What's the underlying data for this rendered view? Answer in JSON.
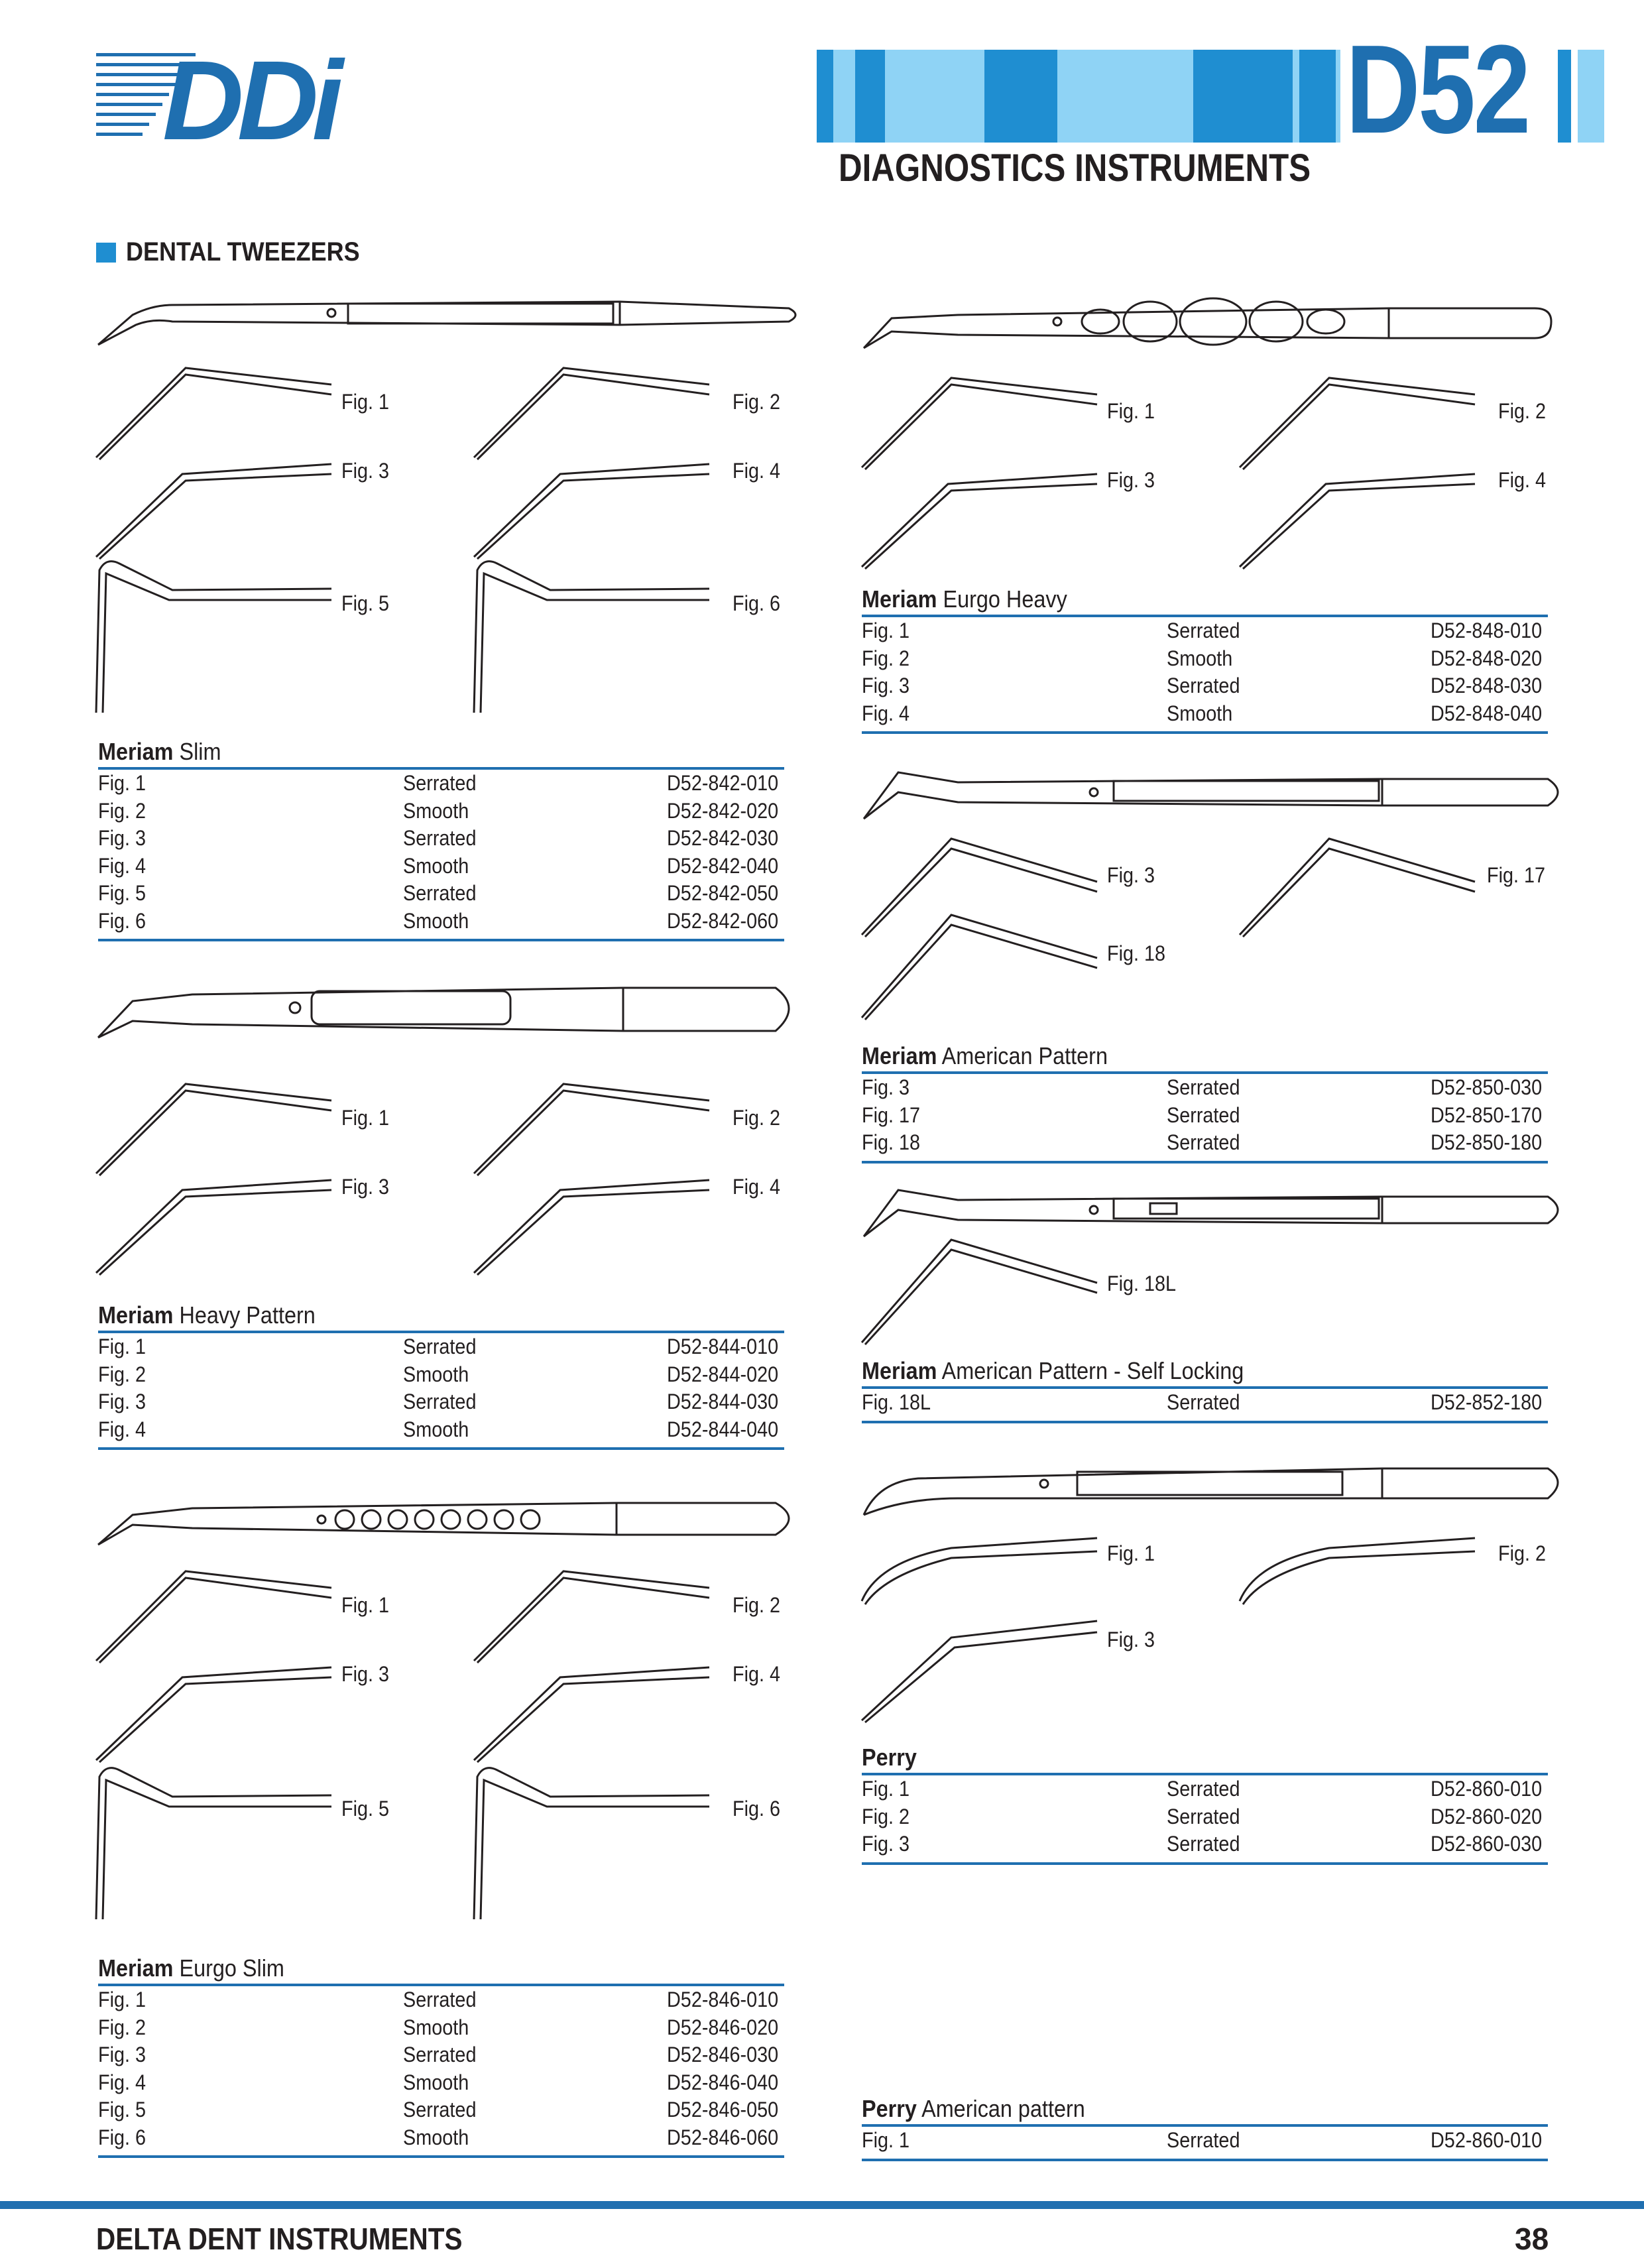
{
  "header": {
    "logo_text": "DDi",
    "catalog_code": "D52",
    "catalog_title": "DIAGNOSTICS INSTRUMENTS",
    "colors": {
      "dark_blue": "#1f6fb0",
      "mid_blue": "#1f8ed1",
      "light_blue": "#8fd3f5"
    }
  },
  "section": {
    "title": "DENTAL TWEEZERS"
  },
  "figs": {
    "f1": "Fig. 1",
    "f2": "Fig. 2",
    "f3": "Fig. 3",
    "f4": "Fig. 4",
    "f5": "Fig. 5",
    "f6": "Fig. 6",
    "f17": "Fig. 17",
    "f18": "Fig. 18",
    "f18l": "Fig. 18L"
  },
  "products": [
    {
      "brand": "Meriam",
      "name": "Slim",
      "rows": [
        {
          "fig": "Fig. 1",
          "type": "Serrated",
          "code": "D52-842-010"
        },
        {
          "fig": "Fig. 2",
          "type": "Smooth",
          "code": "D52-842-020"
        },
        {
          "fig": "Fig. 3",
          "type": "Serrated",
          "code": "D52-842-030"
        },
        {
          "fig": "Fig. 4",
          "type": "Smooth",
          "code": "D52-842-040"
        },
        {
          "fig": "Fig. 5",
          "type": "Serrated",
          "code": "D52-842-050"
        },
        {
          "fig": "Fig. 6",
          "type": "Smooth",
          "code": "D52-842-060"
        }
      ]
    },
    {
      "brand": "Meriam",
      "name": "Heavy Pattern",
      "rows": [
        {
          "fig": "Fig. 1",
          "type": "Serrated",
          "code": "D52-844-010"
        },
        {
          "fig": "Fig. 2",
          "type": "Smooth",
          "code": "D52-844-020"
        },
        {
          "fig": "Fig. 3",
          "type": "Serrated",
          "code": "D52-844-030"
        },
        {
          "fig": "Fig. 4",
          "type": "Smooth",
          "code": "D52-844-040"
        }
      ]
    },
    {
      "brand": "Meriam",
      "name": "Eurgo Slim",
      "rows": [
        {
          "fig": "Fig. 1",
          "type": "Serrated",
          "code": "D52-846-010"
        },
        {
          "fig": "Fig. 2",
          "type": "Smooth",
          "code": "D52-846-020"
        },
        {
          "fig": "Fig. 3",
          "type": "Serrated",
          "code": "D52-846-030"
        },
        {
          "fig": "Fig. 4",
          "type": "Smooth",
          "code": "D52-846-040"
        },
        {
          "fig": "Fig. 5",
          "type": "Serrated",
          "code": "D52-846-050"
        },
        {
          "fig": "Fig. 6",
          "type": "Smooth",
          "code": "D52-846-060"
        }
      ]
    },
    {
      "brand": "Meriam",
      "name": "Eurgo Heavy",
      "rows": [
        {
          "fig": "Fig. 1",
          "type": "Serrated",
          "code": "D52-848-010"
        },
        {
          "fig": "Fig. 2",
          "type": "Smooth",
          "code": "D52-848-020"
        },
        {
          "fig": "Fig. 3",
          "type": "Serrated",
          "code": "D52-848-030"
        },
        {
          "fig": "Fig. 4",
          "type": "Smooth",
          "code": "D52-848-040"
        }
      ]
    },
    {
      "brand": "Meriam",
      "name": "American Pattern",
      "rows": [
        {
          "fig": "Fig. 3",
          "type": "Serrated",
          "code": "D52-850-030"
        },
        {
          "fig": "Fig. 17",
          "type": "Serrated",
          "code": "D52-850-170"
        },
        {
          "fig": "Fig. 18",
          "type": "Serrated",
          "code": "D52-850-180"
        }
      ]
    },
    {
      "brand": "Meriam",
      "name": "American Pattern - Self Locking",
      "rows": [
        {
          "fig": "Fig. 18L",
          "type": "Serrated",
          "code": "D52-852-180"
        }
      ]
    },
    {
      "brand": "Perry",
      "name": "",
      "rows": [
        {
          "fig": "Fig. 1",
          "type": "Serrated",
          "code": "D52-860-010"
        },
        {
          "fig": "Fig. 2",
          "type": "Serrated",
          "code": "D52-860-020"
        },
        {
          "fig": "Fig. 3",
          "type": "Serrated",
          "code": "D52-860-030"
        }
      ]
    },
    {
      "brand": "Perry",
      "name": "American pattern",
      "rows": [
        {
          "fig": "Fig. 1",
          "type": "Serrated",
          "code": "D52-860-010"
        }
      ]
    }
  ],
  "footer": {
    "company": "DELTA DENT INSTRUMENTS",
    "page": "38"
  }
}
